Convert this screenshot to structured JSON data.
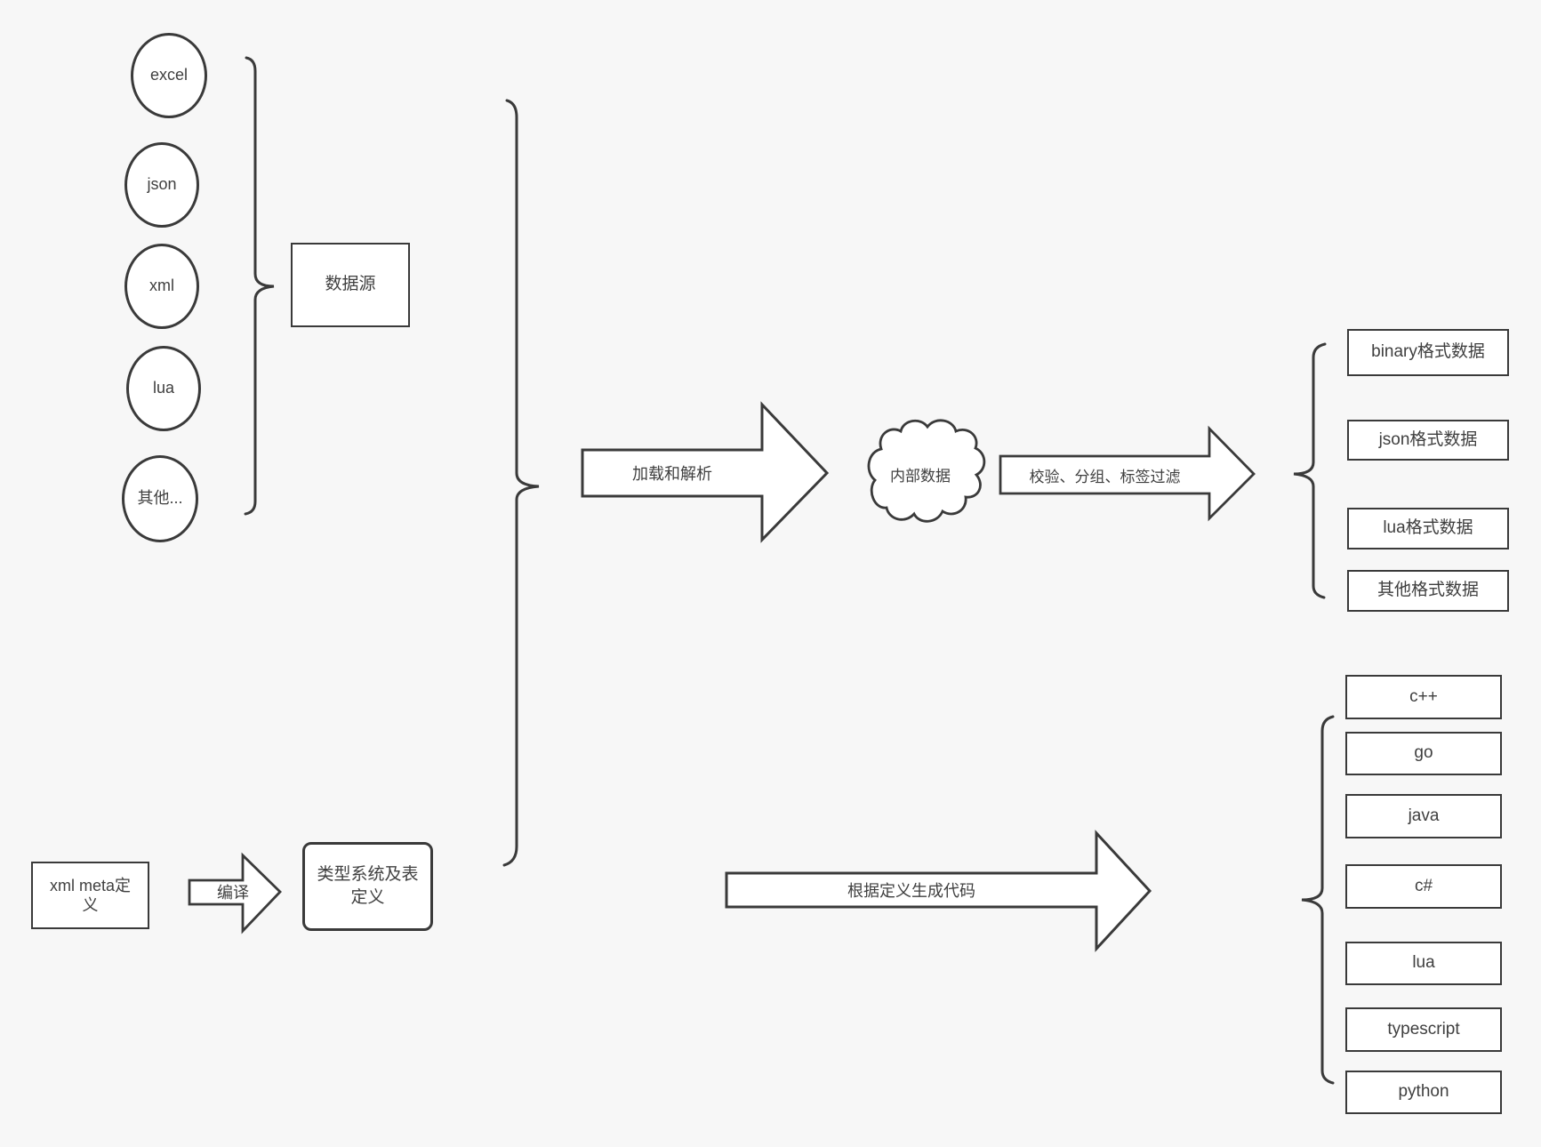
{
  "colors": {
    "background": "#f7f7f7",
    "shape_stroke": "#3a3a3a",
    "shape_fill": "#ffffff",
    "text": "#3f3f3f"
  },
  "sources": {
    "group_label": "数据源",
    "items": [
      "excel",
      "json",
      "xml",
      "lua",
      "其他..."
    ]
  },
  "definitions": {
    "xml_meta_label": "xml meta定义",
    "compile_label": "编译",
    "type_system_label": "类型系统及表定义"
  },
  "pipeline": {
    "load_parse_label": "加载和解析",
    "internal_data_label": "内部数据",
    "filter_label": "校验、分组、标签过滤",
    "codegen_label": "根据定义生成代码"
  },
  "outputs": {
    "data_formats": [
      "binary格式数据",
      "json格式数据",
      "lua格式数据",
      "其他格式数据"
    ],
    "languages": [
      "c++",
      "go",
      "java",
      "c#",
      "lua",
      "typescript",
      "python"
    ]
  }
}
